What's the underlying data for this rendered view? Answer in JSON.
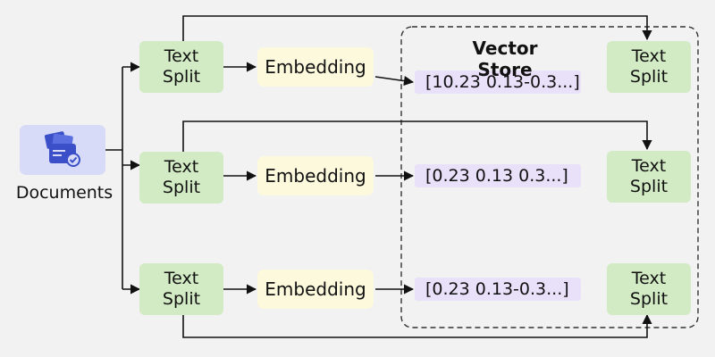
{
  "documents": {
    "label": "Documents",
    "icon": "documents-icon"
  },
  "vector_store": {
    "title": "Vector Store"
  },
  "rows": [
    {
      "split_line1": "Text",
      "split_line2": "Split",
      "embedding": "Embedding",
      "vector": "[10.23 0.13-0.3...]",
      "store_line1": "Text",
      "store_line2": "Split"
    },
    {
      "split_line1": "Text",
      "split_line2": "Split",
      "embedding": "Embedding",
      "vector": "[0.23 0.13 0.3...]",
      "store_line1": "Text",
      "store_line2": "Split"
    },
    {
      "split_line1": "Text",
      "split_line2": "Split",
      "embedding": "Embedding",
      "vector": "[0.23 0.13-0.3...]",
      "store_line1": "Text",
      "store_line2": "Split"
    }
  ],
  "colors": {
    "documents": "#d7dbf8",
    "icon": "#3a4fc8",
    "text_split": "#d2ebc4",
    "embedding": "#fdf9dd",
    "vector": "#e9e0f9",
    "background": "#f2f2f2"
  }
}
